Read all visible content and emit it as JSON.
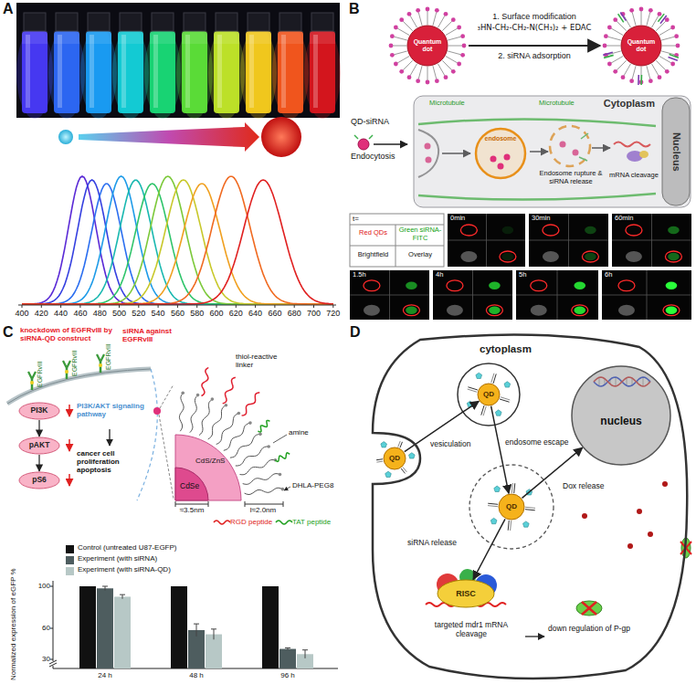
{
  "diagram": {
    "nodes": [
      {
        "text": [
          "Quantum dot"
        ]
      },
      {
        "text": [
          "Quantum dot"
        ]
      },
      {
        "text": [
          "Cytoplasm"
        ]
      },
      {
        "text": [
          "endosome"
        ],
        "in": 2
      },
      {
        "text": [
          "Nucleus"
        ],
        "in": 2
      },
      {
        "text": [
          "PI3K"
        ]
      },
      {
        "text": [
          "pAKT"
        ]
      },
      {
        "text": [
          "pS6"
        ]
      },
      {
        "text": [
          "cytoplasm"
        ]
      },
      {
        "text": [
          "QD"
        ],
        "in": 8
      },
      {
        "text": [
          "nucleus"
        ],
        "in": 8
      },
      {
        "text": [
          "QD"
        ],
        "in": 8
      },
      {
        "text": [
          "QD"
        ],
        "in": 8
      },
      {
        "text": [
          "RISC"
        ],
        "in": 8
      }
    ],
    "edges": [
      {
        "from": 0,
        "to": 1,
        "arrow": "to"
      },
      {
        "from": 5,
        "to": 6,
        "arrow": "to"
      },
      {
        "from": 6,
        "to": 7,
        "arrow": "to"
      },
      {
        "from": 11,
        "to": 9,
        "label": "vesiculation",
        "arrow": "to"
      },
      {
        "from": 9,
        "to": 12,
        "label": "endosome escape",
        "arrow": "to"
      },
      {
        "from": 12,
        "to": 13,
        "label": "siRNA release",
        "arrow": "to"
      },
      {
        "from": 12,
        "to": 10,
        "label": "Dox release",
        "arrow": "to"
      }
    ],
    "labels": [
      "A",
      "400",
      "420",
      "440",
      "460",
      "480",
      "500",
      "520",
      "540",
      "560",
      "580",
      "600",
      "620",
      "640",
      "660",
      "680",
      "700",
      "720",
      "B",
      "1. Surface modification",
      "₃HN-CH₂-CH₂-N(CH₃)₂ + EDAC",
      "2. siRNA adsorption",
      "QD-siRNA",
      "Endocytosis",
      "Microtubule",
      "Microtubule",
      "Endosome rupture & siRNA release",
      "mRNA cleavage",
      "t=",
      "Red QDs",
      "Green siRNA-FITC",
      "Brightfield",
      "Overlay",
      "0min",
      "30min",
      "60min",
      "1.5h",
      "4h",
      "5h",
      "6h",
      "C",
      "knockdown of EGFRvIII by siRNA-QD construct",
      "EGFRvIII",
      "EGFRvIII",
      "EGFRvIII",
      "siRNA against EGFRvIII",
      "PI3K/AKT signaling pathway",
      "cancer cell proliferation apoptosis",
      "thiol-reactive linker",
      "CdS/ZnS",
      "CdSe",
      "amine",
      "DHLA-PEG8",
      "≈3.5nm",
      "l≈2.0nm",
      "RGD peptide",
      "TAT peptide",
      "Normalized expression of eGFP %",
      "100",
      "60",
      "30",
      "24 h",
      "48 h",
      "96 h",
      "D",
      "targeted mdr1 mRNA cleavage",
      "down regulation of P-gp"
    ],
    "legend": [
      {
        "text": "Control (untreated U87-EGFP)",
        "color": "#111111"
      },
      {
        "text": "Experiment (with siRNA)",
        "color": "#4e5d5f"
      },
      {
        "text": "Experiment (with siRNA-QD)",
        "color": "#b7c8c6"
      }
    ]
  }
}
